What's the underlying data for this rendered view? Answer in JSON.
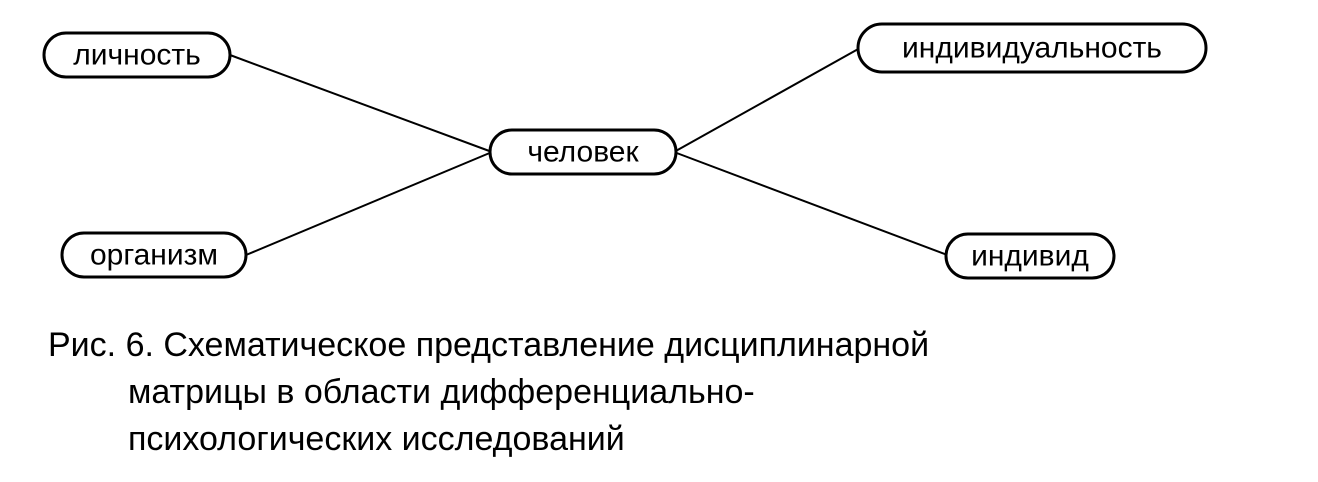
{
  "diagram": {
    "nodes": [
      {
        "id": "person",
        "label": "человек"
      },
      {
        "id": "personality",
        "label": "личность"
      },
      {
        "id": "organism",
        "label": "организм"
      },
      {
        "id": "individuality",
        "label": "индивидуальность"
      },
      {
        "id": "individual",
        "label": "индивид"
      }
    ],
    "edges": [
      {
        "from": "person",
        "to": "personality"
      },
      {
        "from": "person",
        "to": "organism"
      },
      {
        "from": "person",
        "to": "individuality"
      },
      {
        "from": "person",
        "to": "individual"
      }
    ]
  },
  "caption": {
    "line1": "Рис. 6. Схематическое представление дисциплинарной",
    "line2": "матрицы в области дифференциально-",
    "line3": "психологических исследований"
  }
}
